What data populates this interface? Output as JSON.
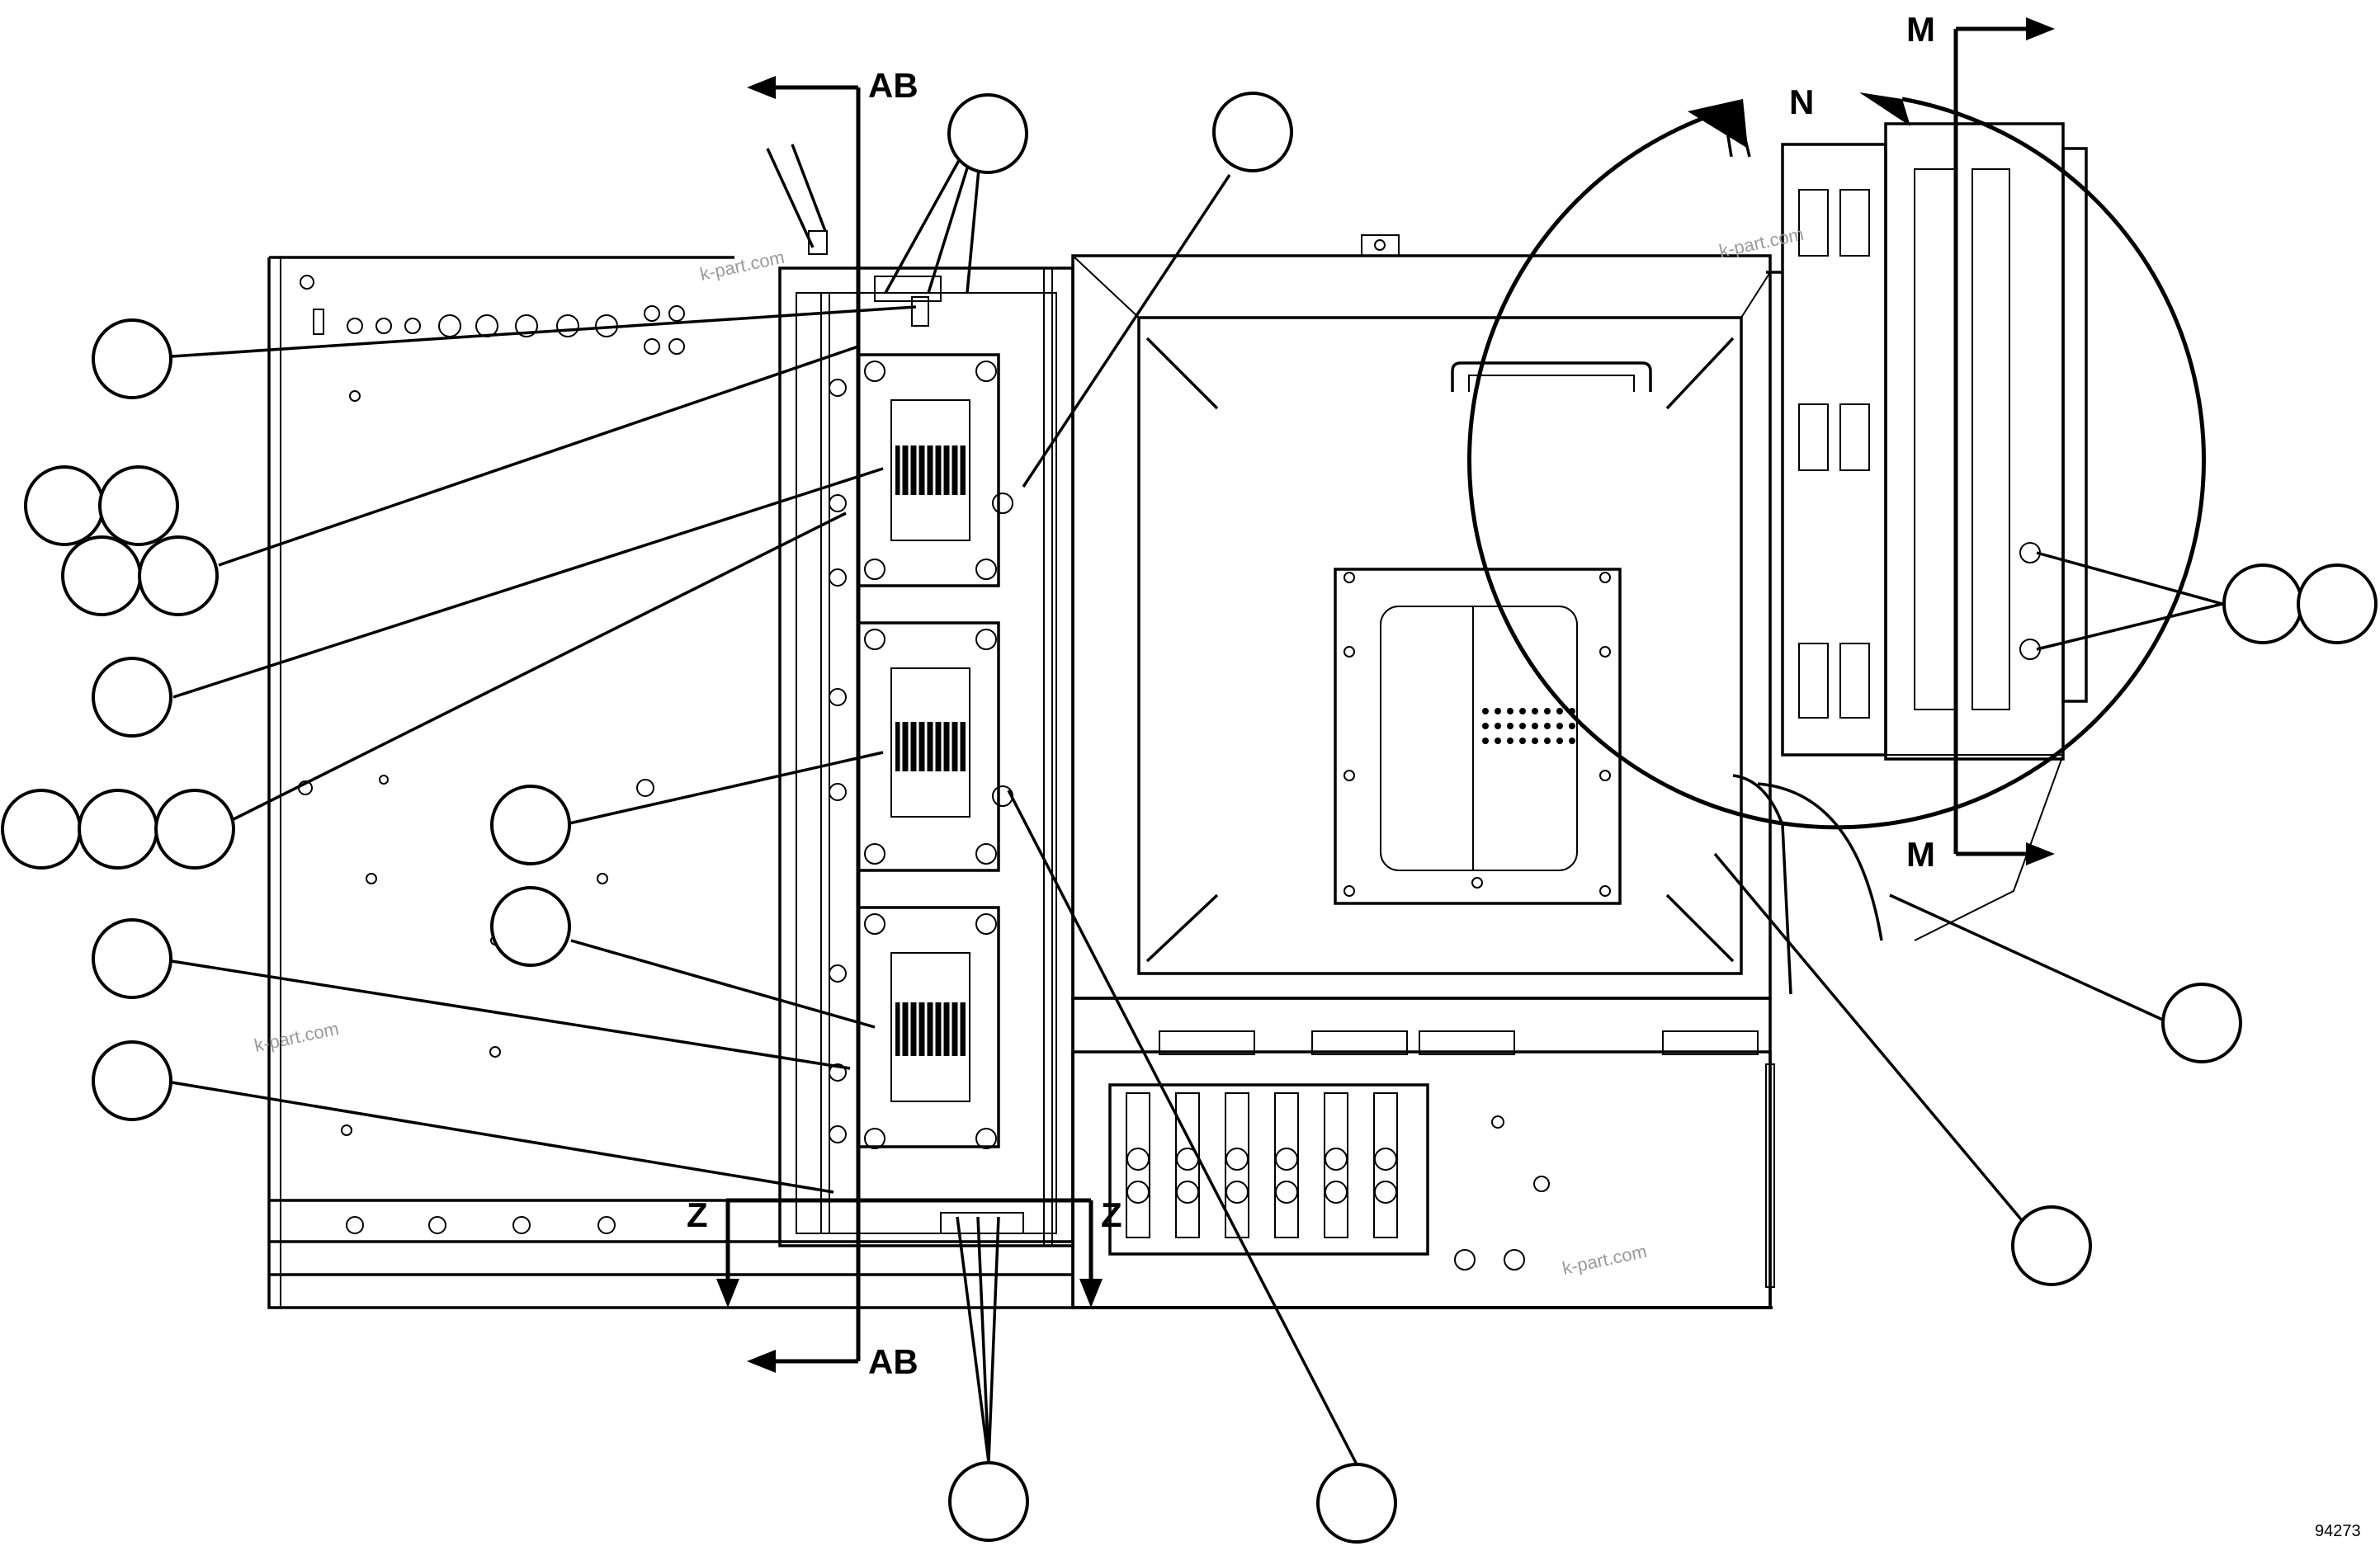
{
  "section_labels": {
    "ab_top": "AB",
    "ab_bottom": "AB",
    "m_top": "M",
    "m_bottom": "M",
    "n": "N",
    "z_left": "Z",
    "z_right": "Z"
  },
  "watermarks": [
    "k-part.com",
    "k-part.com",
    "k-part.com",
    "k-part.com"
  ],
  "figure_number": "94273"
}
